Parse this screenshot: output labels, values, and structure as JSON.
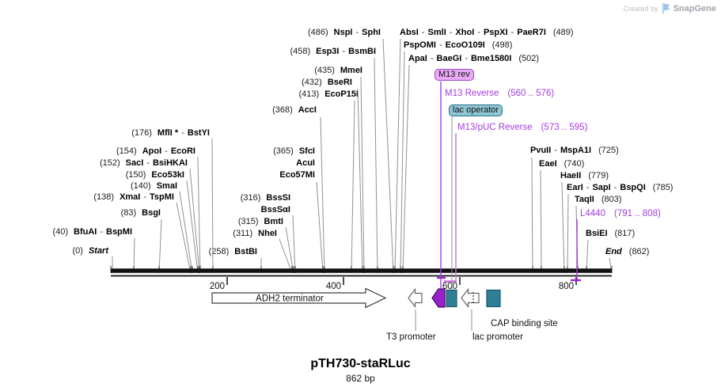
{
  "watermark": {
    "created_by": "Created by",
    "brand": "SnapGene"
  },
  "map": {
    "name": "pTH730-staRLuc",
    "length": "862 bp",
    "separator": "-",
    "sites": [
      {
        "pos": "(0)",
        "names": [
          "Start"
        ],
        "italic": true
      },
      {
        "pos": "(40)",
        "names": [
          "BfuAI",
          "BspMI"
        ]
      },
      {
        "pos": "(83)",
        "names": [
          "BsgI"
        ]
      },
      {
        "pos": "(138)",
        "names": [
          "XmaI",
          "TspMI"
        ]
      },
      {
        "pos": "(140)",
        "names": [
          "SmaI"
        ]
      },
      {
        "pos": "(150)",
        "names": [
          "Eco53kI"
        ]
      },
      {
        "pos": "(152)",
        "names": [
          "SacI",
          "BsiHKAI"
        ]
      },
      {
        "pos": "(154)",
        "names": [
          "ApoI",
          "EcoRI"
        ]
      },
      {
        "pos": "(176)",
        "names": [
          "MflI *",
          "BstYI"
        ]
      },
      {
        "pos": "(258)",
        "names": [
          "BstBI"
        ]
      },
      {
        "pos": "(311)",
        "names": [
          "NheI"
        ]
      },
      {
        "pos": "(315)",
        "names": [
          "BmtI"
        ]
      },
      {
        "pos": "(316)",
        "names": [
          "BssSI"
        ]
      },
      {
        "pos": "",
        "names": [
          "BssSαI"
        ]
      },
      {
        "pos": "(365)",
        "names": [
          "SfcI"
        ]
      },
      {
        "pos": "",
        "names": [
          "AcuI"
        ]
      },
      {
        "pos": "",
        "names": [
          "Eco57MI"
        ]
      },
      {
        "pos": "(368)",
        "names": [
          "AccI"
        ]
      },
      {
        "pos": "(413)",
        "names": [
          "EcoP15I"
        ]
      },
      {
        "pos": "(432)",
        "names": [
          "BseRI"
        ]
      },
      {
        "pos": "(435)",
        "names": [
          "MmeI"
        ]
      },
      {
        "pos": "(458)",
        "names": [
          "Esp3I",
          "BsmBI"
        ]
      },
      {
        "pos": "(486)",
        "names": [
          "NspI",
          "SphI"
        ]
      },
      {
        "pos": "(489)",
        "names": [
          "AbsI",
          "SmlI",
          "XhoI",
          "PspXI",
          "PaeR7I"
        ],
        "pos_after": true
      },
      {
        "pos": "(498)",
        "names": [
          "PspOMI",
          "EcoO109I"
        ],
        "pos_after": true
      },
      {
        "pos": "(502)",
        "names": [
          "ApaI",
          "BaeGI",
          "Bme1580I"
        ],
        "pos_after": true
      },
      {
        "pos": "(725)",
        "names": [
          "PvuII",
          "MspA1I"
        ],
        "pos_after": true
      },
      {
        "pos": "(740)",
        "names": [
          "EaeI"
        ],
        "pos_after": true
      },
      {
        "pos": "(779)",
        "names": [
          "HaeII"
        ],
        "pos_after": true
      },
      {
        "pos": "(785)",
        "names": [
          "EarI",
          "SapI",
          "BspQI"
        ],
        "pos_after": true
      },
      {
        "pos": "(803)",
        "names": [
          "TaqII"
        ],
        "pos_after": true
      },
      {
        "pos": "(817)",
        "names": [
          "BsiEI"
        ],
        "pos_after": true
      },
      {
        "pos": "(862)",
        "names": [
          "End"
        ],
        "italic": true,
        "pos_after": true
      }
    ]
  },
  "ruler": {
    "labels": [
      "200",
      "400",
      "600",
      "800"
    ]
  },
  "primers": {
    "m13_rev_tag": "M13 rev",
    "lac_operator_tag": "lac operator",
    "m13_reverse": {
      "name": "M13 Reverse",
      "range": "(560 .. 576)"
    },
    "m13_puc_reverse": {
      "name": "M13/pUC Reverse",
      "range": "(573 .. 595)"
    },
    "l4440": {
      "name": "L4440",
      "range": "(791 .. 808)"
    }
  },
  "features": {
    "adh2": {
      "label": "ADH2 terminator"
    },
    "t3": {
      "label": "T3 promoter"
    },
    "lac_promoter": {
      "label": "lac promoter"
    },
    "cap": {
      "label": "CAP binding site"
    }
  },
  "colors": {
    "primer_purple": "#a33de0",
    "primer_span_purple": "#9b1fd8",
    "primer_light_purple": "#c96fe4",
    "teal_feature": "#2e7f96",
    "m13_box_fill": "#e9aaf5",
    "m13_box_border": "#9c46cc",
    "lac_op_fill": "#8fc6d6",
    "lac_op_border": "#257086",
    "arrow_purple_fill": "#9a22cc",
    "backbone_black": "#111111",
    "leader_gray": "#919191"
  }
}
